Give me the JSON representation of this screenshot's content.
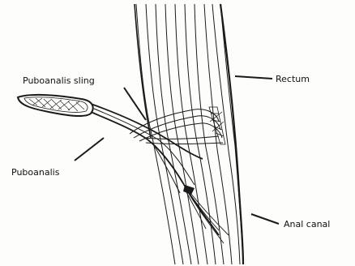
{
  "labels": {
    "puboanalis_sling": "Puboanalis sling",
    "rectum": "Rectum",
    "puboanalis": "Puboanalis",
    "anal_canal": "Anal canal"
  },
  "colors": {
    "ink": "#1a1a1a",
    "paper": "#fdfdfb"
  }
}
